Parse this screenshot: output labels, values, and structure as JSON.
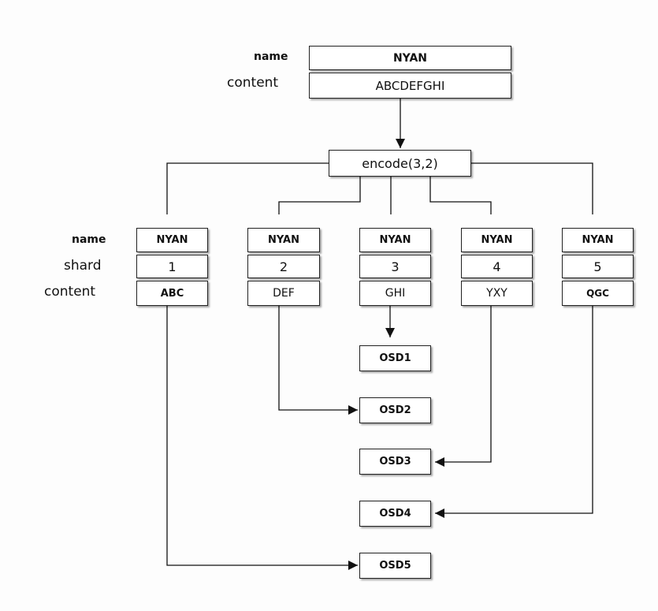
{
  "source": {
    "name_label": "name",
    "content_label": "content",
    "name": "NYAN",
    "content": "ABCDEFGHI"
  },
  "encode": {
    "label": "encode(3,2)"
  },
  "shard_labels": {
    "name": "name",
    "shard": "shard",
    "content": "content"
  },
  "shards": [
    {
      "name": "NYAN",
      "shard": "1",
      "content": "ABC"
    },
    {
      "name": "NYAN",
      "shard": "2",
      "content": "DEF"
    },
    {
      "name": "NYAN",
      "shard": "3",
      "content": "GHI"
    },
    {
      "name": "NYAN",
      "shard": "4",
      "content": "YXY"
    },
    {
      "name": "NYAN",
      "shard": "5",
      "content": "QGC"
    }
  ],
  "osds": [
    "OSD1",
    "OSD2",
    "OSD3",
    "OSD4",
    "OSD5"
  ],
  "colors": {
    "line": "#111111",
    "box_border": "#222222",
    "box_fill": "#ffffff"
  }
}
